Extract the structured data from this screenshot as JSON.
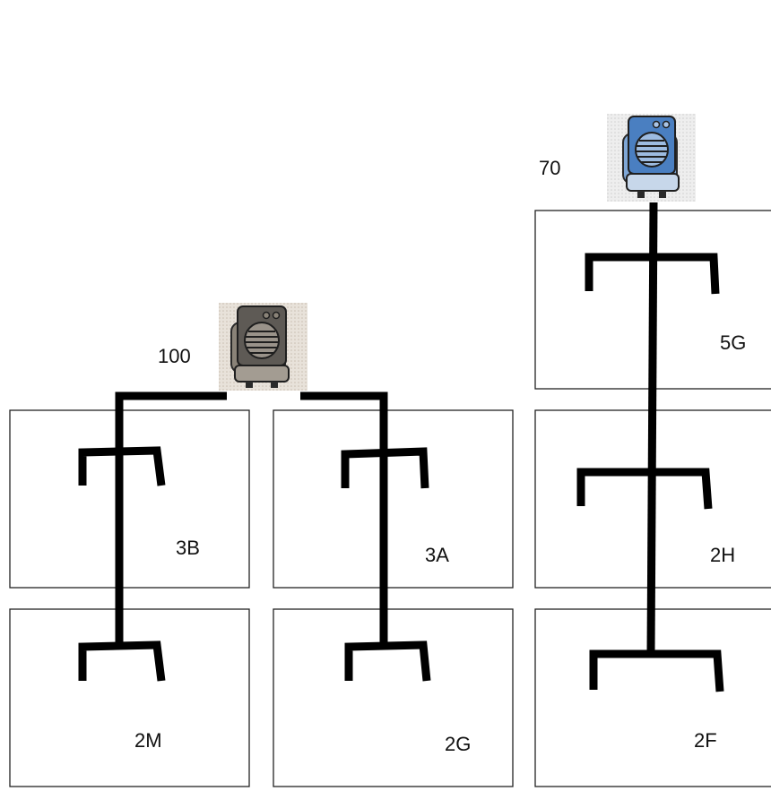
{
  "units": [
    {
      "label": "100",
      "color": "#5e5a55",
      "icon": "air-cooler-icon"
    },
    {
      "label": "70",
      "color": "#4a7fc1",
      "icon": "air-cooler-icon"
    }
  ],
  "rooms": [
    {
      "label": "3B"
    },
    {
      "label": "3A"
    },
    {
      "label": "5G"
    },
    {
      "label": "2H"
    },
    {
      "label": "2M"
    },
    {
      "label": "2G"
    },
    {
      "label": "2F"
    }
  ]
}
